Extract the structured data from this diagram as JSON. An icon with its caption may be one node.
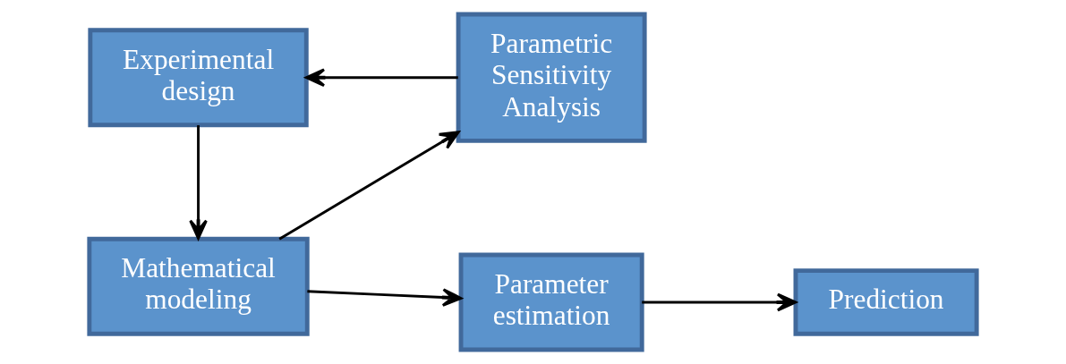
{
  "diagram": {
    "nodes": [
      {
        "text": [
          "Mathematical modeling"
        ]
      },
      {
        "text": [
          "Parameter estimation"
        ]
      },
      {
        "text": [
          "Prediction"
        ]
      },
      {
        "text": [
          "Parametric Sensitivity Analysis"
        ]
      },
      {
        "text": [
          "Experimental design"
        ]
      }
    ],
    "edges": [
      {
        "from": 0,
        "to": 1,
        "arrow": "to"
      },
      {
        "from": 1,
        "to": 2,
        "arrow": "to"
      },
      {
        "from": 0,
        "to": 3,
        "arrow": "to"
      },
      {
        "from": 3,
        "to": 4,
        "arrow": "to"
      },
      {
        "from": 4,
        "to": 0,
        "arrow": "to"
      }
    ]
  }
}
